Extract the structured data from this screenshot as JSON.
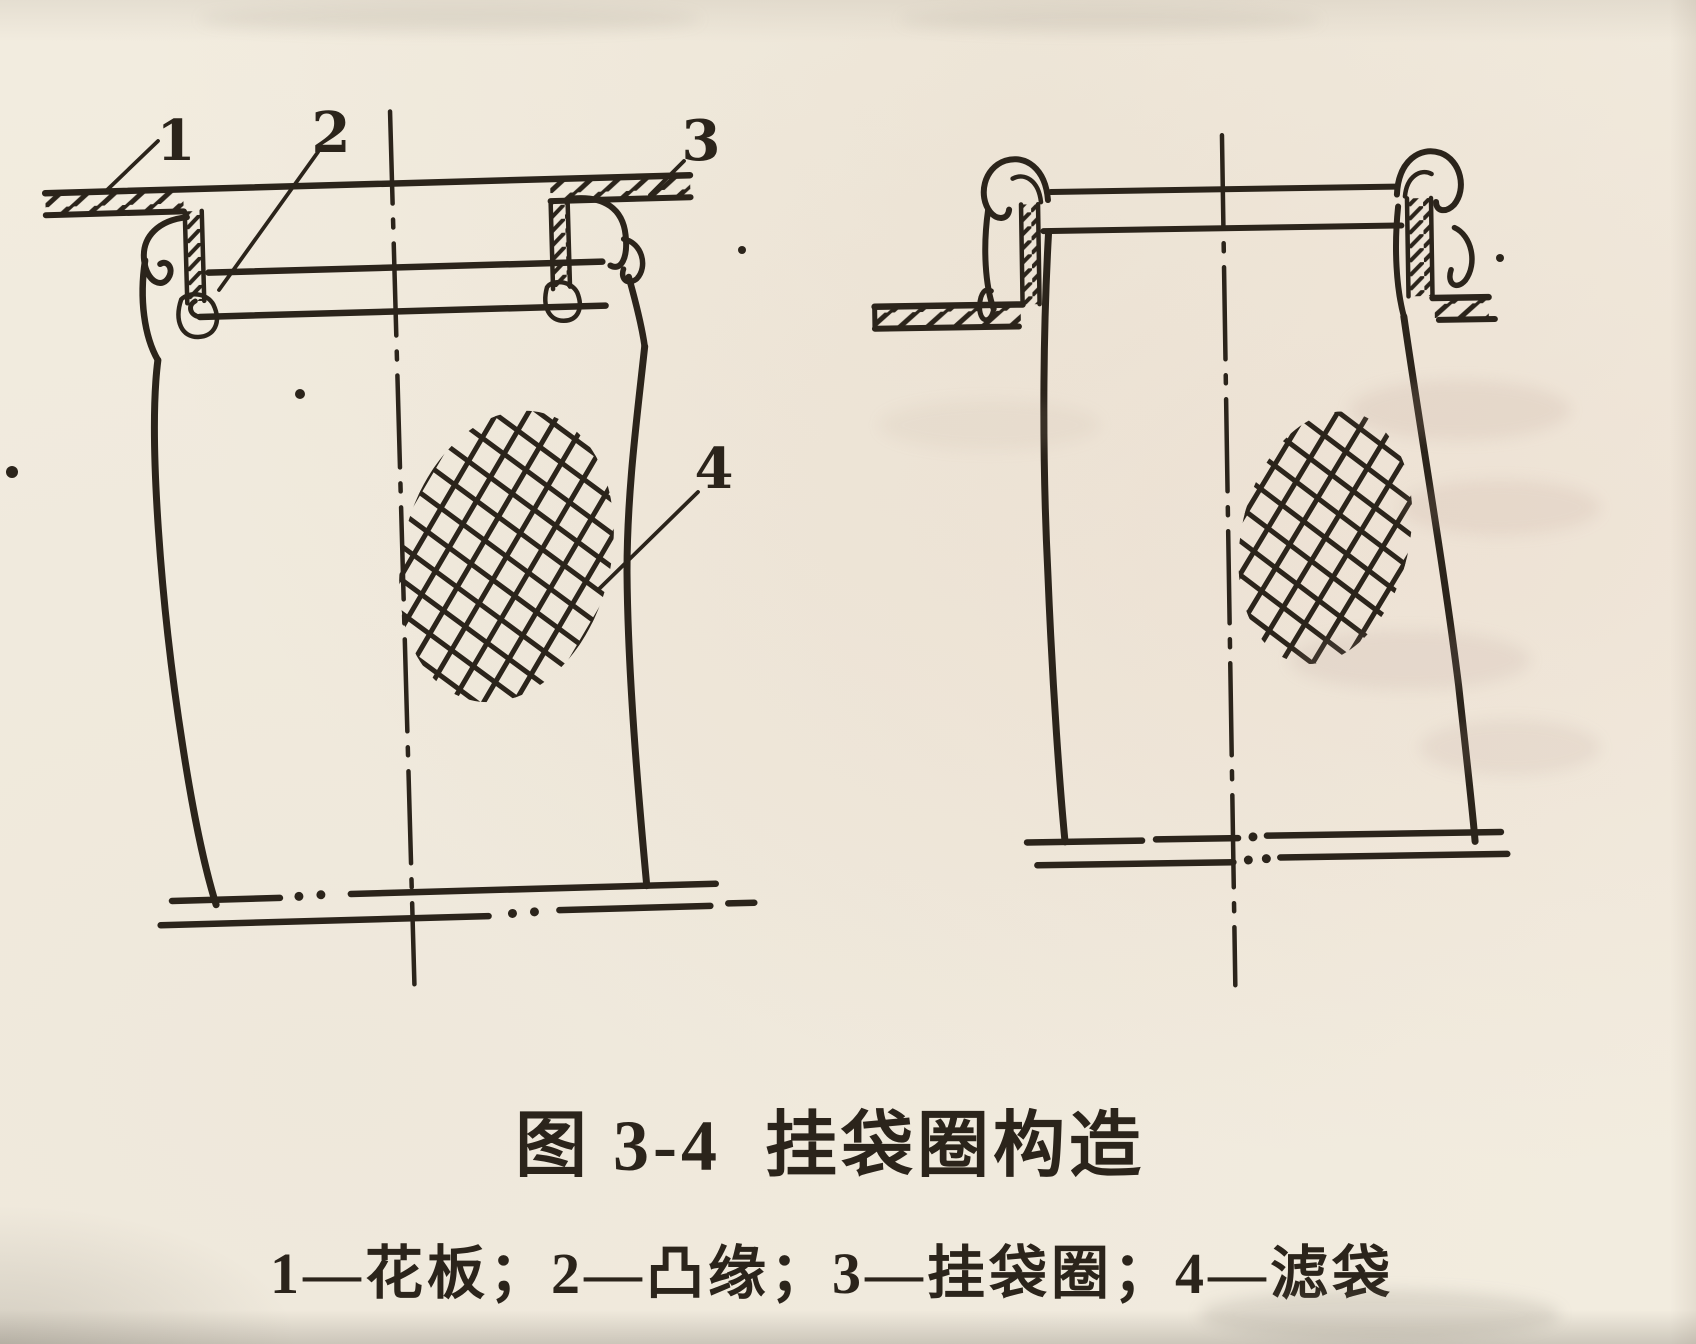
{
  "figure": {
    "caption_title": "图 3-4  挂袋圈构造",
    "caption_legend": "1—花板；2—凸缘；3—挂袋圈；4—滤袋",
    "callouts": [
      {
        "number": "1",
        "term": "花板"
      },
      {
        "number": "2",
        "term": "凸缘"
      },
      {
        "number": "3",
        "term": "挂袋圈"
      },
      {
        "number": "4",
        "term": "滤袋"
      }
    ],
    "colors": {
      "paper": "#f2ecdf",
      "ink": "#2b241b"
    }
  }
}
